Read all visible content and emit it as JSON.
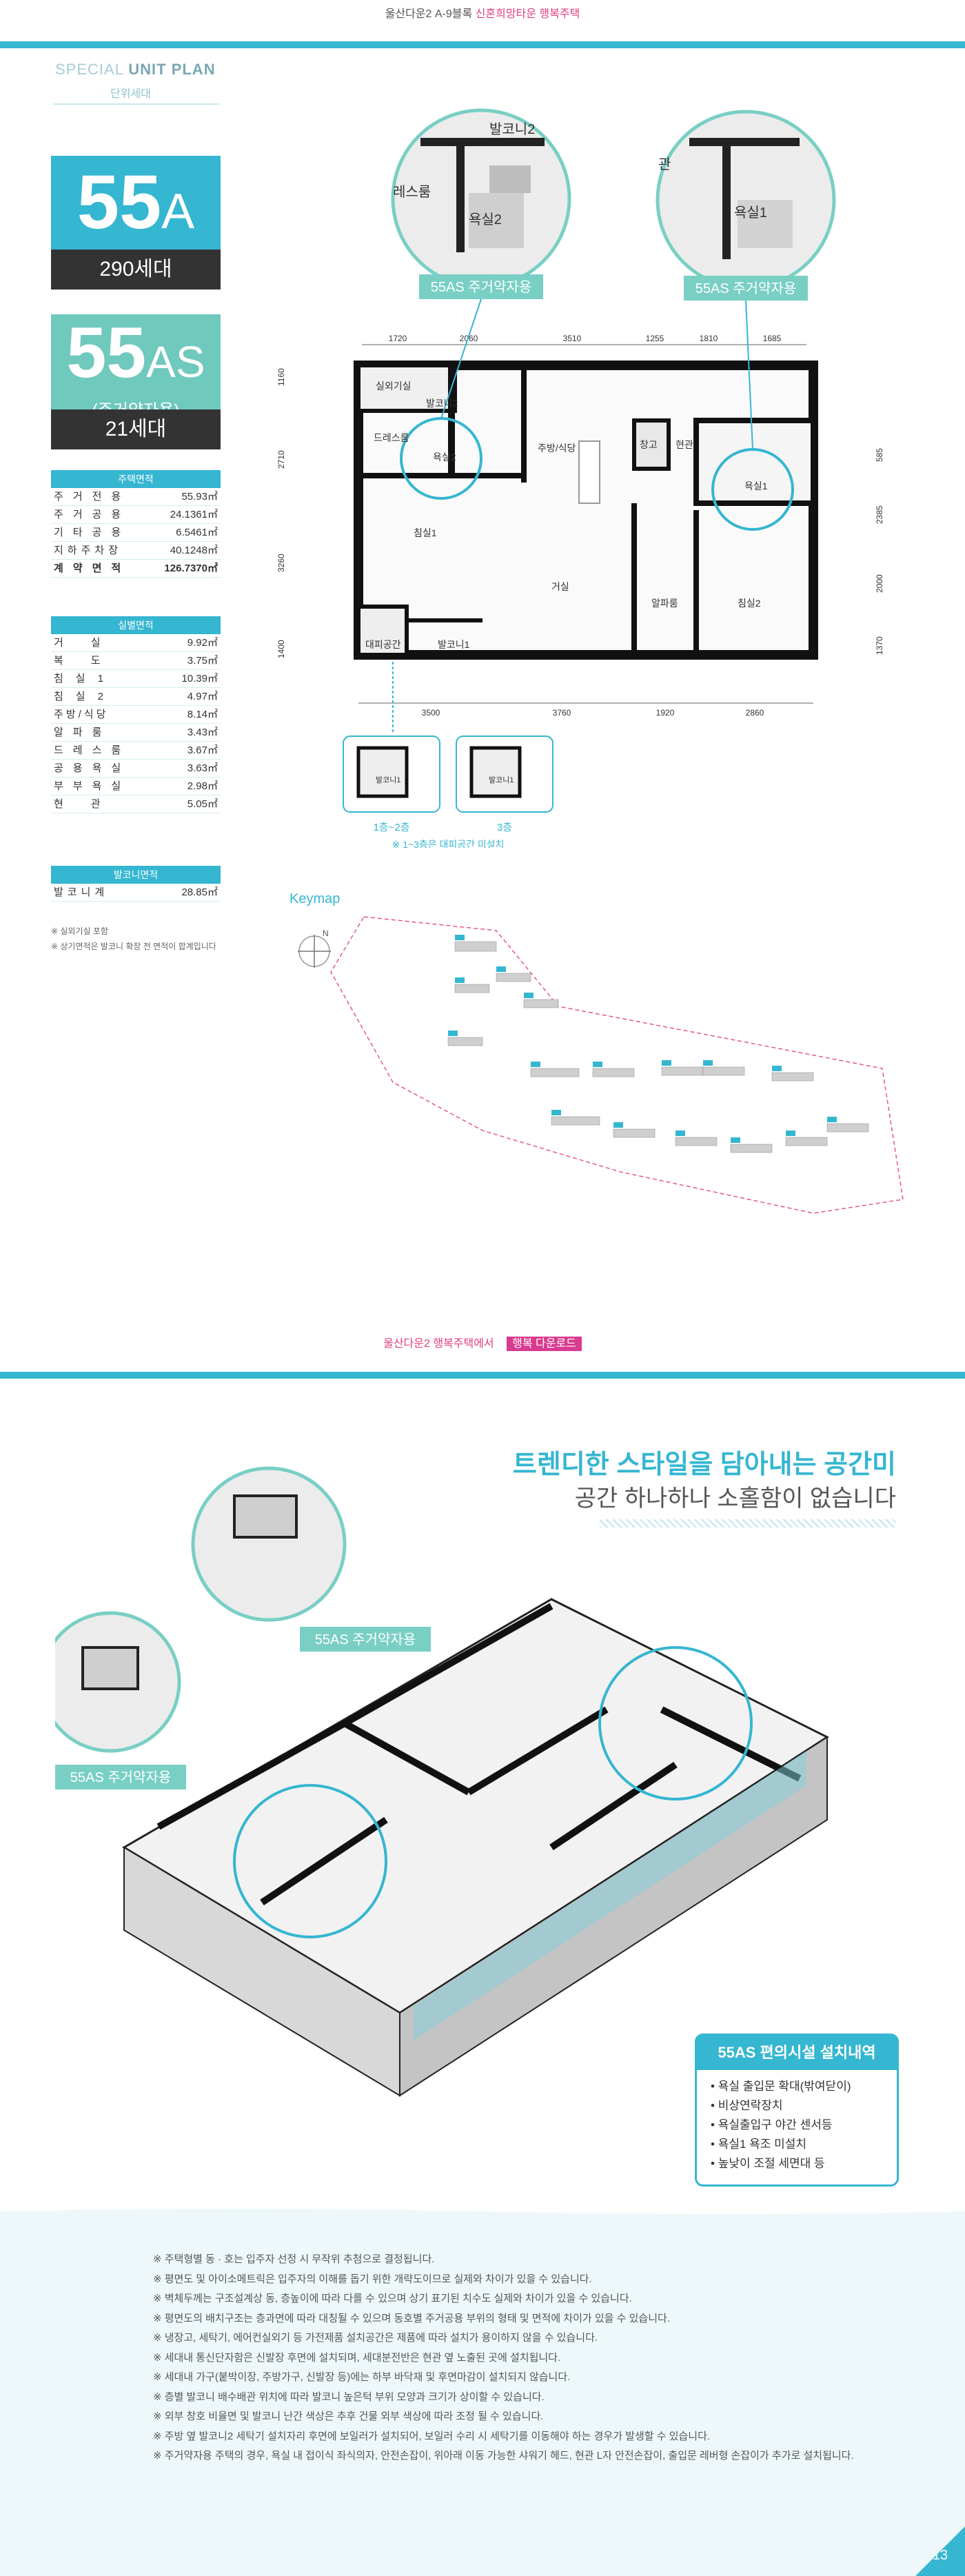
{
  "header": {
    "title_prefix": "울산다운2 A-9블록",
    "title_highlight": "신혼희망타운 행복주택"
  },
  "section": {
    "title_light": "SPECIAL",
    "title_bold": "UNIT PLAN",
    "subtitle": "단위세대"
  },
  "unit_a": {
    "number": "55",
    "letter": "A",
    "households": "290세대"
  },
  "unit_as": {
    "number": "55",
    "letter": "AS",
    "subtitle": "(주거약자용)",
    "households": "21세대"
  },
  "supply_area": {
    "title": "주택면적",
    "rows": [
      {
        "label": "주거전용",
        "value": "55.93㎡"
      },
      {
        "label": "주거공용",
        "value": "24.1361㎡"
      },
      {
        "label": "기타공용",
        "value": "6.5461㎡"
      },
      {
        "label": "지하주차장",
        "value": "40.1248㎡"
      },
      {
        "label": "계약면적",
        "value": "126.7370㎡"
      }
    ]
  },
  "room_area": {
    "title": "실별면적",
    "rows": [
      {
        "label": "거실",
        "value": "9.92㎡"
      },
      {
        "label": "복도",
        "value": "3.75㎡"
      },
      {
        "label": "침실1",
        "value": "10.39㎡"
      },
      {
        "label": "침실2",
        "value": "4.97㎡"
      },
      {
        "label": "주방/식당",
        "value": "8.14㎡"
      },
      {
        "label": "알파룸",
        "value": "3.43㎡"
      },
      {
        "label": "드레스룸",
        "value": "3.67㎡"
      },
      {
        "label": "공용욕실",
        "value": "3.63㎡"
      },
      {
        "label": "부부욕실",
        "value": "2.98㎡"
      },
      {
        "label": "현관",
        "value": "5.05㎡"
      }
    ]
  },
  "balcony_area": {
    "title": "발코니면적",
    "rows": [
      {
        "label": "발코니계",
        "value": "28.85㎡"
      }
    ]
  },
  "left_notes": [
    "※ 실외기실 포함",
    "※ 상기면적은 발코니 확장 전 면적이 합계입니다"
  ],
  "plan": {
    "circle_label_1": "55AS 주거약자용",
    "circle_label_2": "55AS 주거약자용",
    "circle1_rooms": [
      "발코니2",
      "레스룸",
      "욕실2"
    ],
    "circle2_rooms": [
      "관",
      "욕실1"
    ],
    "top_dims": [
      "1720",
      "2060",
      "3510",
      "1255",
      "1810",
      "1685"
    ],
    "bottom_dims": [
      "3500",
      "3760",
      "1920",
      "2860"
    ],
    "left_dims": [
      "1160",
      "2710",
      "3260",
      "1400"
    ],
    "right_dims": [
      "585",
      "2385",
      "2000",
      "1370"
    ],
    "rooms": {
      "outdoor_unit": "실외기실",
      "balcony2": "발코니2",
      "dress": "드레스룸",
      "bath2": "욕실2",
      "kitchen": "주방/식당",
      "storage": "창고",
      "entrance": "현관",
      "bath1": "욕실1",
      "bed1": "침실1",
      "living": "거실",
      "alpha": "알파룸",
      "bed2": "침실2",
      "evac": "대피공간",
      "balcony1": "발코니1"
    },
    "mini1_label": "1층~2층",
    "mini2_label": "3층",
    "mini_room": "발코니1",
    "mini_note": "※ 1~3층은 대피공간 미설치"
  },
  "keymap": {
    "title": "Keymap",
    "north": "N"
  },
  "mid_footer": {
    "text": "울산다운2 행복주택에서",
    "tag": "행복 다운로드"
  },
  "headline": {
    "line1": "트렌디한 스타일을 담아내는 공간미",
    "line2": "공간 하나하나 소홀함이 없습니다"
  },
  "iso": {
    "label_1": "55AS 주거약자용",
    "label_2": "55AS 주거약자용"
  },
  "facility": {
    "title": "55AS 편의시설 설치내역",
    "items": [
      "욕실 출입문 확대(밖여닫이)",
      "비상연락장치",
      "욕실출입구 야간 센서등",
      "욕실1 욕조 미설치",
      "높낮이 조절 세면대 등"
    ]
  },
  "bottom_notes": [
    "※ 주택형별 동 · 호는 입주자 선정 시 무작위 추첨으로 결정됩니다.",
    "※ 평면도 및 아이소메트릭은 입주자의 이해를 돕기 위한 개략도이므로 실제와 차이가 있을 수 있습니다.",
    "※ 벽체두께는 구조설계상 동, 층높이에 따라 다를 수 있으며 상기 표기된 치수도 실제와 차이가 있을 수 있습니다.",
    "※ 평면도의 배치구조는 층과면에 따라 대칭될 수 있으며 동호별 주거공용 부위의 형태 및 면적에 차이가 있을 수 있습니다.",
    "※ 냉장고, 세탁기, 에어컨실외기 등 가전제품 설치공간은 제품에 따라 설치가 용이하지 않을 수 있습니다.",
    "※ 세대내 통신단자함은 신발장 후면에 설치되며, 세대분전반은 현관 옆 노출된 곳에 설치됩니다.",
    "※ 세대내 가구(붙박이장, 주방가구, 신발장 등)에는 하부 바닥재 및 후면마감이 설치되지 않습니다.",
    "※ 층별 발코니 배수배관 위치에 따라 발코니 높은턱 부위 모양과 크기가 상이할 수 있습니다.",
    "※ 외부 창호 비율면 및 발코니 난간 색상은 추후 건물 외부 색상에 따라 조정 될 수 있습니다.",
    "※ 주방 옆 발코니2 세탁기 설치자리 후면에 보일러가 설치되어, 보일러 수리 시 세탁기를 이동해야 하는 경우가 발생할 수 있습니다.",
    "※ 주거약자용 주택의 경우, 욕실 내 접이식 좌식의자, 안전손잡이, 위아래 이동 가능한 샤워기 헤드, 현관 L자 안전손잡이, 출입문 레버형 손잡이가 추가로 설치됩니다."
  ],
  "page": "13",
  "colors": {
    "accent": "#35b6d1",
    "mint": "#79cfc4",
    "pink": "#e0407f"
  }
}
